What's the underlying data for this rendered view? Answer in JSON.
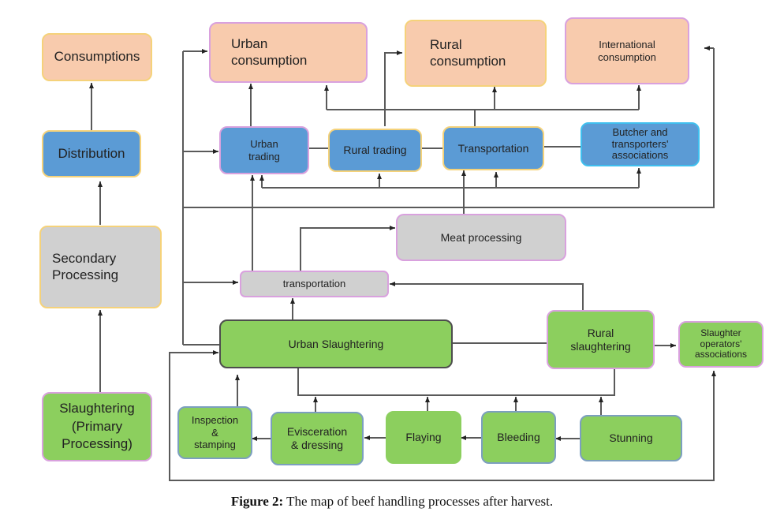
{
  "legend_column": {
    "consumptions": "Consumptions",
    "distribution": "Distribution",
    "secondary_processing": "Secondary\nProcessing",
    "slaughtering": "Slaughtering\n(Primary\nProcessing)"
  },
  "consumption": {
    "urban": "Urban\nconsumption",
    "rural": "Rural\nconsumption",
    "international": "International\nconsumption"
  },
  "distribution": {
    "urban_trading": "Urban\ntrading",
    "rural_trading": "Rural trading",
    "transportation": "Transportation",
    "associations": "Butcher and\ntransporters'\nassociations"
  },
  "secondary": {
    "meat_processing": "Meat processing",
    "transportation": "transportation"
  },
  "slaughter": {
    "urban": "Urban Slaughtering",
    "rural": "Rural\nslaughtering",
    "operators_associations": "Slaughter\noperators'\nassociations",
    "inspection": "Inspection\n&\nstamping",
    "evisceration": "Evisceration\n& dressing",
    "flaying": "Flaying",
    "bleeding": "Bleeding",
    "stunning": "Stunning"
  },
  "caption": {
    "label": "Figure 2:",
    "text": " The map of beef handling processes after harvest."
  },
  "colors": {
    "consumption": "#f8cbad",
    "distribution": "#5b9bd5",
    "processing": "#d0d0d0",
    "slaughter": "#8ccf5e",
    "connector": "#555555"
  }
}
